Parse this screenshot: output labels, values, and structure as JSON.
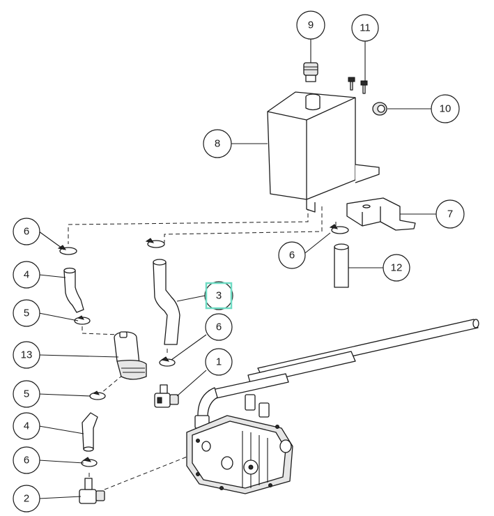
{
  "diagram": {
    "callouts": [
      {
        "id": "c9",
        "label": "9"
      },
      {
        "id": "c11",
        "label": "11"
      },
      {
        "id": "c10",
        "label": "10"
      },
      {
        "id": "c8",
        "label": "8"
      },
      {
        "id": "c7",
        "label": "7"
      },
      {
        "id": "c6a",
        "label": "6"
      },
      {
        "id": "c6b",
        "label": "6"
      },
      {
        "id": "c12",
        "label": "12"
      },
      {
        "id": "c4a",
        "label": "4"
      },
      {
        "id": "c3",
        "label": "3"
      },
      {
        "id": "c5a",
        "label": "5"
      },
      {
        "id": "c6c",
        "label": "6"
      },
      {
        "id": "c13",
        "label": "13"
      },
      {
        "id": "c1",
        "label": "1"
      },
      {
        "id": "c5b",
        "label": "5"
      },
      {
        "id": "c4b",
        "label": "4"
      },
      {
        "id": "c6d",
        "label": "6"
      },
      {
        "id": "c2",
        "label": "2"
      }
    ],
    "highlight_color": "#6fdcc4",
    "highlighted_callout": "3"
  }
}
